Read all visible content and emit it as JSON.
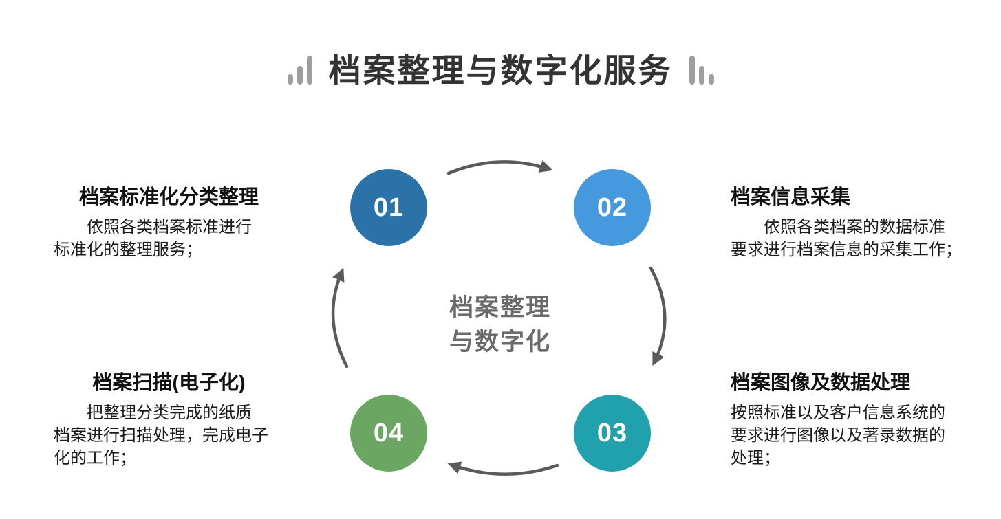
{
  "title": "档案整理与数字化服务",
  "center_label": {
    "line1": "档案整理",
    "line2": "与数字化"
  },
  "colors": {
    "step1_circle": "#2A72A8",
    "step2_circle": "#4699DC",
    "step3_circle": "#21A1AE",
    "step4_circle": "#6BA763",
    "arrow": "#5A5A5A",
    "title_text": "#333333",
    "body_text": "#1A1A1A",
    "center_text": "#6A6A6A",
    "deco_bars": "#9E9E9E"
  },
  "steps": [
    {
      "number": "01",
      "heading": "档案标准化分类整理",
      "body_lines": [
        "依照各类档案标准进行",
        "标准化的整理服务；"
      ]
    },
    {
      "number": "02",
      "heading": "档案信息采集",
      "body_lines": [
        "依照各类档案的数据标准",
        "要求进行档案信息的采集工作；"
      ]
    },
    {
      "number": "03",
      "heading": "档案图像及数据处理",
      "body_lines": [
        "按照标准以及客户信息系统的",
        "要求进行图像以及著录数据的",
        "处理；"
      ]
    },
    {
      "number": "04",
      "heading": "档案扫描(电子化)",
      "body_lines": [
        "把整理分类完成的纸质",
        "档案进行扫描处理，完成电子",
        "化的工作；"
      ]
    }
  ]
}
